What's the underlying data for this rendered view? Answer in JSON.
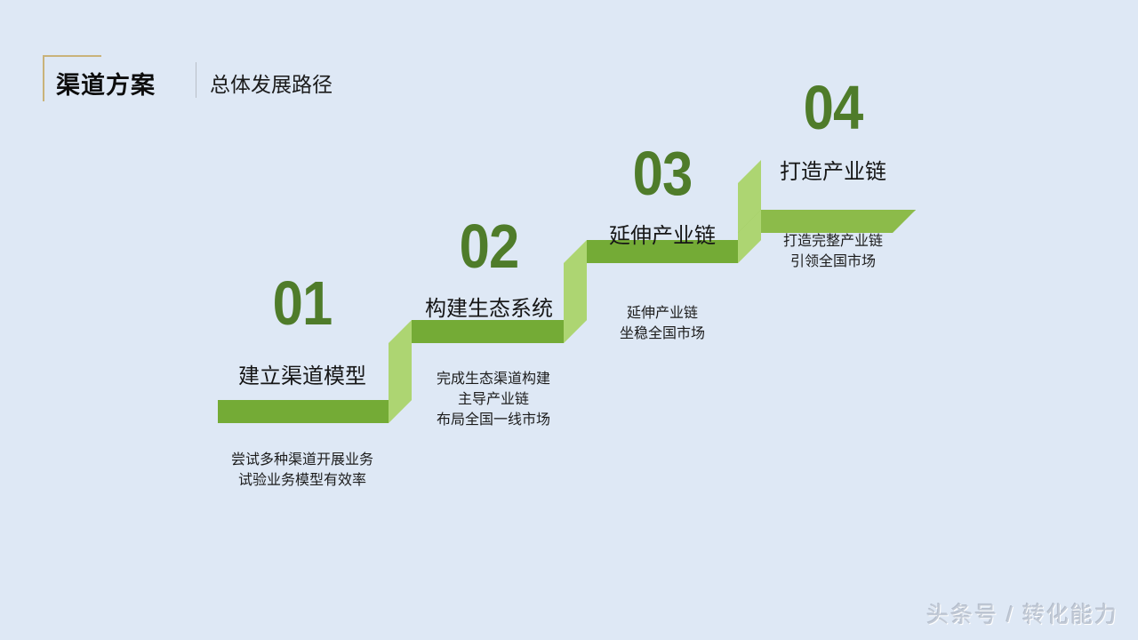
{
  "header": {
    "title": "渠道方案",
    "subtitle": "总体发展路径",
    "bracket_color": "#c9b37a",
    "divider_color": "#b9bfc8"
  },
  "theme": {
    "background": "#dee8f5",
    "step_front": "#74ab36",
    "step_top": "#aed572",
    "step_riser": "#add572",
    "number_color": "#4f7c2a",
    "text_color": "#161616"
  },
  "steps": [
    {
      "number": "01",
      "heading": "建立渠道模型",
      "desc_lines": [
        "尝试多种渠道开展业务",
        "试验业务模型有效率"
      ],
      "desc": "尝试多种渠道开展业务\n试验业务模型有效率"
    },
    {
      "number": "02",
      "heading": "构建生态系统",
      "desc_lines": [
        "完成生态渠道构建",
        "主导产业链",
        "布局全国一线市场"
      ],
      "desc": "完成生态渠道构建\n主导产业链\n布局全国一线市场"
    },
    {
      "number": "03",
      "heading": "延伸产业链",
      "desc_lines": [
        "延伸产业链",
        "坐稳全国市场"
      ],
      "desc": "延伸产业链\n坐稳全国市场"
    },
    {
      "number": "04",
      "heading": "打造产业链",
      "desc_lines": [
        "打造完整产业链",
        "引领全国市场"
      ],
      "desc": "打造完整产业链\n引领全国市场"
    }
  ],
  "watermark": {
    "text": "头条号 / 转化能力"
  }
}
